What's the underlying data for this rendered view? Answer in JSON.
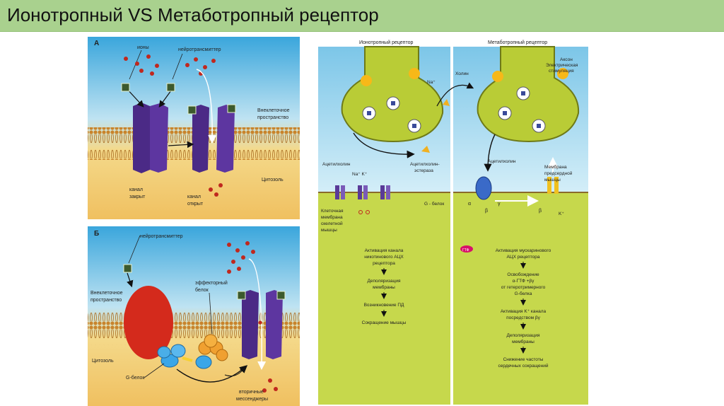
{
  "page_title": "Ионотропный VS Метаботропный рецептор",
  "panel_a": {
    "letter": "А",
    "ions": "ионы",
    "neurotransmitter": "нейротрансмиттер",
    "extracellular_1": "Внеклеточное",
    "extracellular_2": "пространство",
    "cytosol": "Цитозоль",
    "closed_1": "канал",
    "closed_2": "закрыт",
    "open_1": "канал",
    "open_2": "открыт"
  },
  "panel_b": {
    "letter": "Б",
    "neurotransmitter": "нейротрансмиттер",
    "extracellular_1": "Внеклеточное",
    "extracellular_2": "пространство",
    "effector_1": "эффекторный",
    "effector_2": "белок",
    "cytosol": "Цитозоль",
    "g_protein": "G-белок",
    "second_1": "вторичные",
    "second_2": "мессенджеры"
  },
  "right": {
    "iono_title": "Ионотропный рецептор",
    "meta_title": "Метаботропный рецептор",
    "axon": "Аксон",
    "stim_1": "Электрическая",
    "stim_2": "стимуляция",
    "na": "Na⁺",
    "choline": "Холин",
    "ach_left": "Ацетилхолин",
    "ache_1": "Ацетилхолин-",
    "ache_2": "эстераза",
    "na_k": "Na⁺   K⁺",
    "ach_right": "Ацетилхолин",
    "atrial_1": "Мембрана",
    "atrial_2": "предсердной",
    "atrial_3": "мышцы",
    "cell_1": "Клеточная",
    "cell_2": "мембрана",
    "cell_3": "скелетной",
    "cell_4": "мышцы",
    "g_protein": "G - белок",
    "alpha": "α",
    "beta": "β",
    "gamma": "γ",
    "k": "K⁺",
    "gtf": "ГТФ",
    "iono_steps": [
      [
        "Активация канала",
        "никотинового АЦХ",
        "рецептора"
      ],
      [
        "Деполяризация",
        "мембраны"
      ],
      [
        "Возникновение ПД"
      ],
      [
        "Сокращение мышцы"
      ]
    ],
    "meta_steps": [
      [
        "Активация мускаринового",
        "АЦХ рецептора"
      ],
      [
        "Освобождение",
        "α-ГТФ +βγ",
        "от гетеротримерного",
        "G-белка"
      ],
      [
        "Активация K⁺ канала",
        "посредством βγ"
      ],
      [
        "Деполяризация",
        "мембраны"
      ],
      [
        "Снижение частоты",
        "сердечных сокращений"
      ]
    ]
  }
}
